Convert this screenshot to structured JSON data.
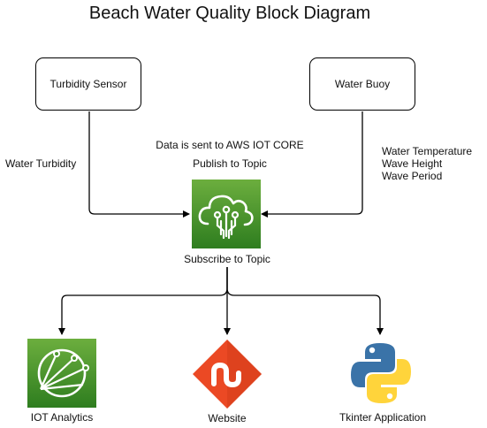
{
  "title": "Beach Water Quality Block Diagram",
  "nodes": {
    "turbidity_sensor": "Turbidity Sensor",
    "water_buoy": "Water Buoy",
    "aws_iot_core": "Subscribe to Topic",
    "iot_analytics": "IOT Analytics",
    "website": "Website",
    "tkinter": "Tkinter Application"
  },
  "edge_labels": {
    "water_turbidity": "Water Turbidity",
    "buoy_metrics": [
      "Water Temperature",
      "Wave Height",
      "Wave Period"
    ],
    "aws_line1": "Data is sent to AWS IOT CORE",
    "aws_line2": "Publish to Topic"
  },
  "colors": {
    "aws_green_top": "#6cae3e",
    "aws_green_bottom": "#2e7d1f",
    "stumbleupon_red": "#eb4924",
    "python_blue": "#3a73a8",
    "python_yellow": "#ffd43b"
  },
  "icons": {
    "aws_iot_core": "iot-core-icon",
    "iot_analytics": "iot-analytics-icon",
    "website": "stumbleupon-icon",
    "tkinter": "python-icon"
  }
}
